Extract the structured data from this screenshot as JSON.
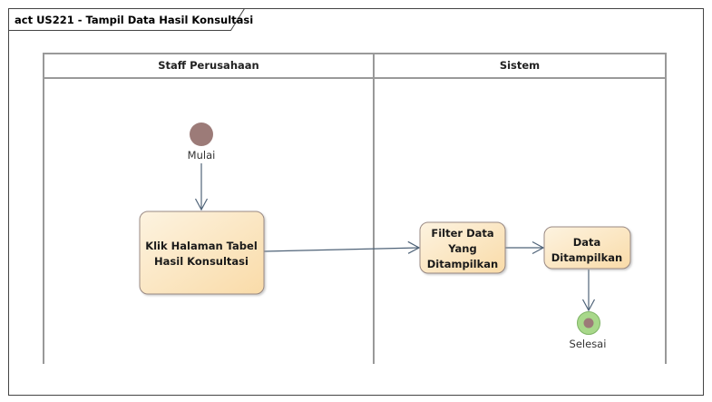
{
  "diagram": {
    "frame_title": "act US221 - Tampil Data Hasil Konsultasi",
    "lanes": [
      {
        "title": "Staff Perusahaan"
      },
      {
        "title": "Sistem"
      }
    ],
    "initial_node": {
      "label": "Mulai"
    },
    "final_node": {
      "label": "Selesai"
    },
    "actions": [
      {
        "lines": [
          "Klik Halaman Tabel",
          "Hasil Konsultasi"
        ]
      },
      {
        "lines": [
          "Filter Data",
          "Yang",
          "Ditampilkan"
        ]
      },
      {
        "lines": [
          "Data",
          "Ditampilkan"
        ]
      }
    ]
  },
  "colors": {
    "action_fill_start": "#fdf3e0",
    "action_fill_end": "#f9dba8",
    "action_border": "#9a8a84",
    "initial_fill": "#9c7b78",
    "final_ring": "#a8d88a",
    "final_center": "#9c7b78",
    "lane_border": "#999999",
    "arrow": "#4f6378"
  }
}
